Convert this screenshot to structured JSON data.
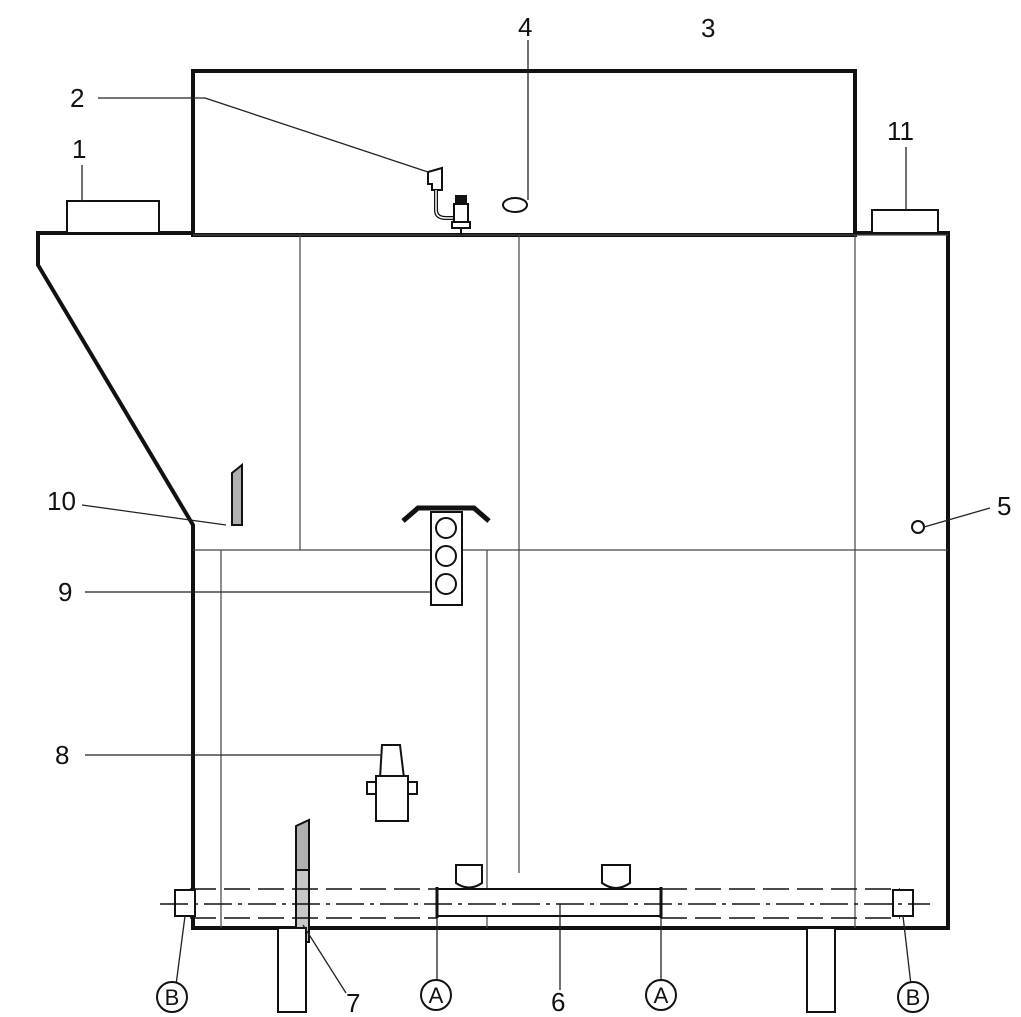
{
  "labels": {
    "n1": "1",
    "n2": "2",
    "n3": "3",
    "n4": "4",
    "n5": "5",
    "n6": "6",
    "n7": "7",
    "n8": "8",
    "n9": "9",
    "n10": "10",
    "n11": "11"
  },
  "markers": {
    "a": "A",
    "b": "B"
  },
  "colors": {
    "line": "#111111",
    "thin": "#444444",
    "fill_gray": "#b0b0b0"
  }
}
